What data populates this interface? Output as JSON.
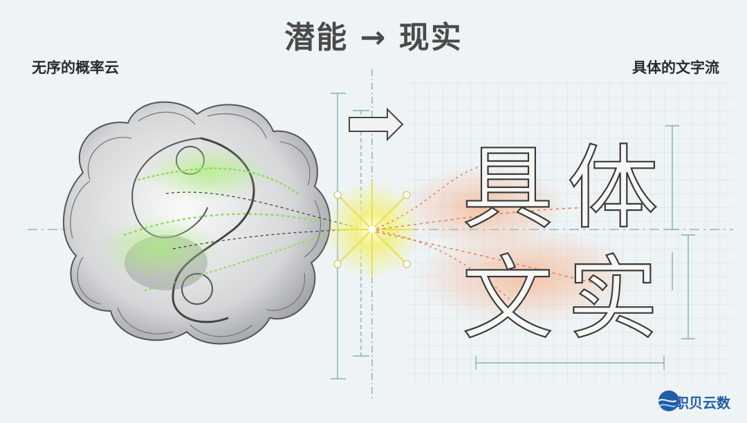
{
  "title": "潜能 → 现实",
  "left_label": "无序的概率云",
  "right_label": "具体的文字流",
  "characters": [
    "具",
    "体",
    "文",
    "实"
  ],
  "brand": {
    "name": "职贝云数",
    "logo_icon": "wave-globe-icon",
    "color": "#1f5da8"
  },
  "colors": {
    "cloud_glow": "#8be04e",
    "burst": "#f4f06a",
    "text_glow": "#f5a57a",
    "grid": "#b8d3da",
    "guide": "#6fa3b0"
  }
}
